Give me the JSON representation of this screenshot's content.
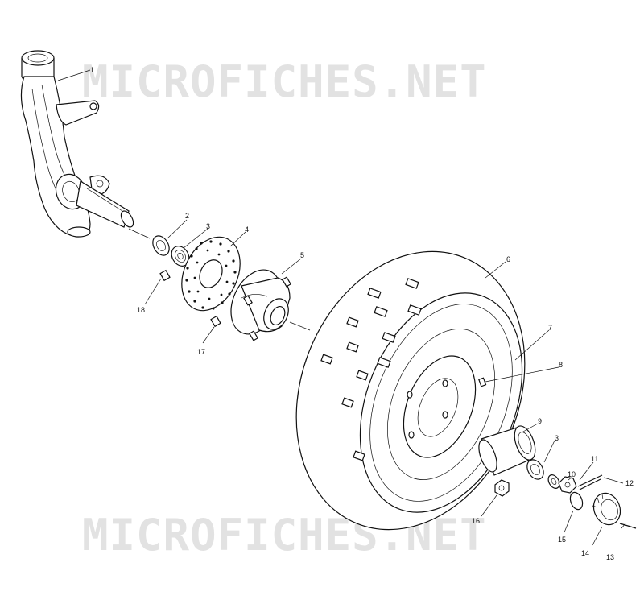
{
  "watermark": {
    "text": "MICROFICHES.NET"
  },
  "callouts": [
    "1",
    "2",
    "3",
    "4",
    "5",
    "6",
    "7",
    "8",
    "9",
    "3",
    "10",
    "11",
    "12",
    "13",
    "14",
    "15",
    "16",
    "17",
    "18"
  ]
}
